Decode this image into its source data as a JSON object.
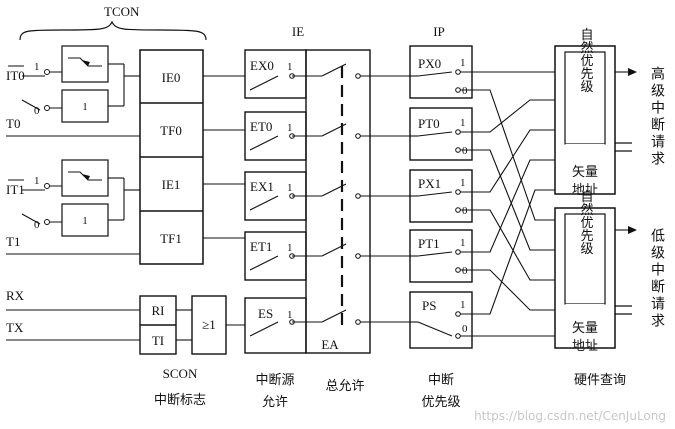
{
  "tcon": {
    "label": "TCON",
    "flags": [
      "IE0",
      "TF0",
      "IE1",
      "TF1"
    ]
  },
  "inputs": {
    "it0": "IT0",
    "t0": "T0",
    "it1": "IT1",
    "t1": "T1",
    "rx": "RX",
    "tx": "TX"
  },
  "mux_gates": {
    "one": "1",
    "zero": "0"
  },
  "scon": {
    "label": "SCON",
    "caption": "中断标志",
    "flags": [
      "RI",
      "TI"
    ],
    "or_gate": "≥1"
  },
  "ie": {
    "label": "IE",
    "sources": [
      "EX0",
      "ET0",
      "EX1",
      "ET1",
      "ES"
    ],
    "caption_line1": "中断源",
    "caption_line2": "允许"
  },
  "ea": {
    "label": "EA",
    "caption": "总允许"
  },
  "ip": {
    "label": "IP",
    "bits": [
      "PX0",
      "PT0",
      "PX1",
      "PT1",
      "PS"
    ],
    "caption_line1": "中断",
    "caption_line2": "优先级"
  },
  "switch_pos": {
    "one": "1",
    "zero": "0"
  },
  "hw_query": {
    "caption": "硬件查询",
    "priority_text": "自然优先级",
    "vector_line1": "矢量",
    "vector_line2": "地址"
  },
  "requests": {
    "high": "高级中断请求",
    "low": "低级中断请求"
  },
  "watermark": "https://blog.csdn.net/CenJuLong"
}
